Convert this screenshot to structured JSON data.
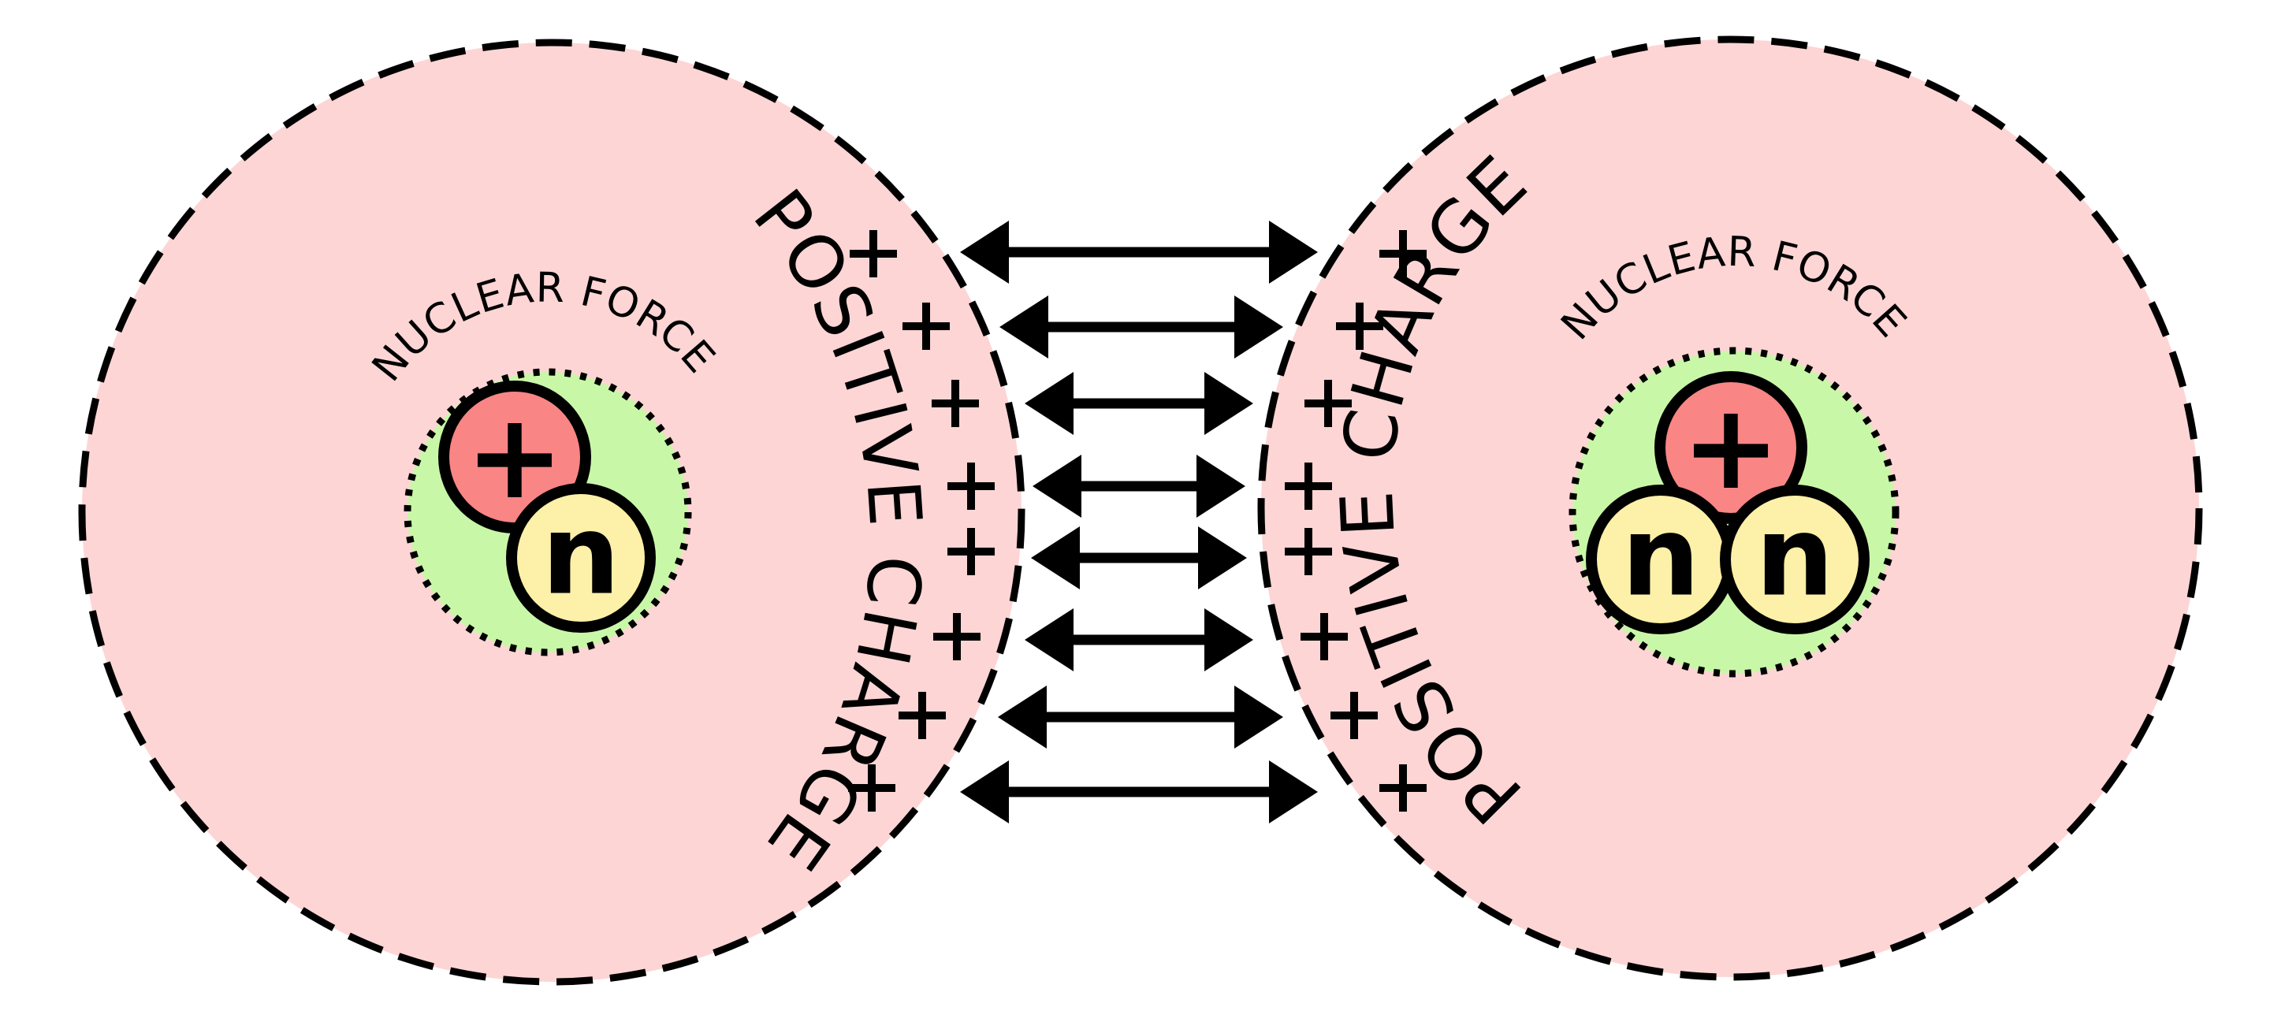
{
  "labels": {
    "left_charge": "POSITIVE CHARGE",
    "right_charge": "POSITIVE CHARGE",
    "left_force": "NUCLEAR FORCE",
    "right_force": "NUCLEAR FORCE"
  },
  "particles": {
    "proton_symbol": "+",
    "neutron_symbol": "n"
  },
  "colors": {
    "cloud": "#fdd5d5",
    "core": "#c9f7a8",
    "proton": "#f98585",
    "neutron": "#fdf0a8",
    "ink": "#000000"
  }
}
